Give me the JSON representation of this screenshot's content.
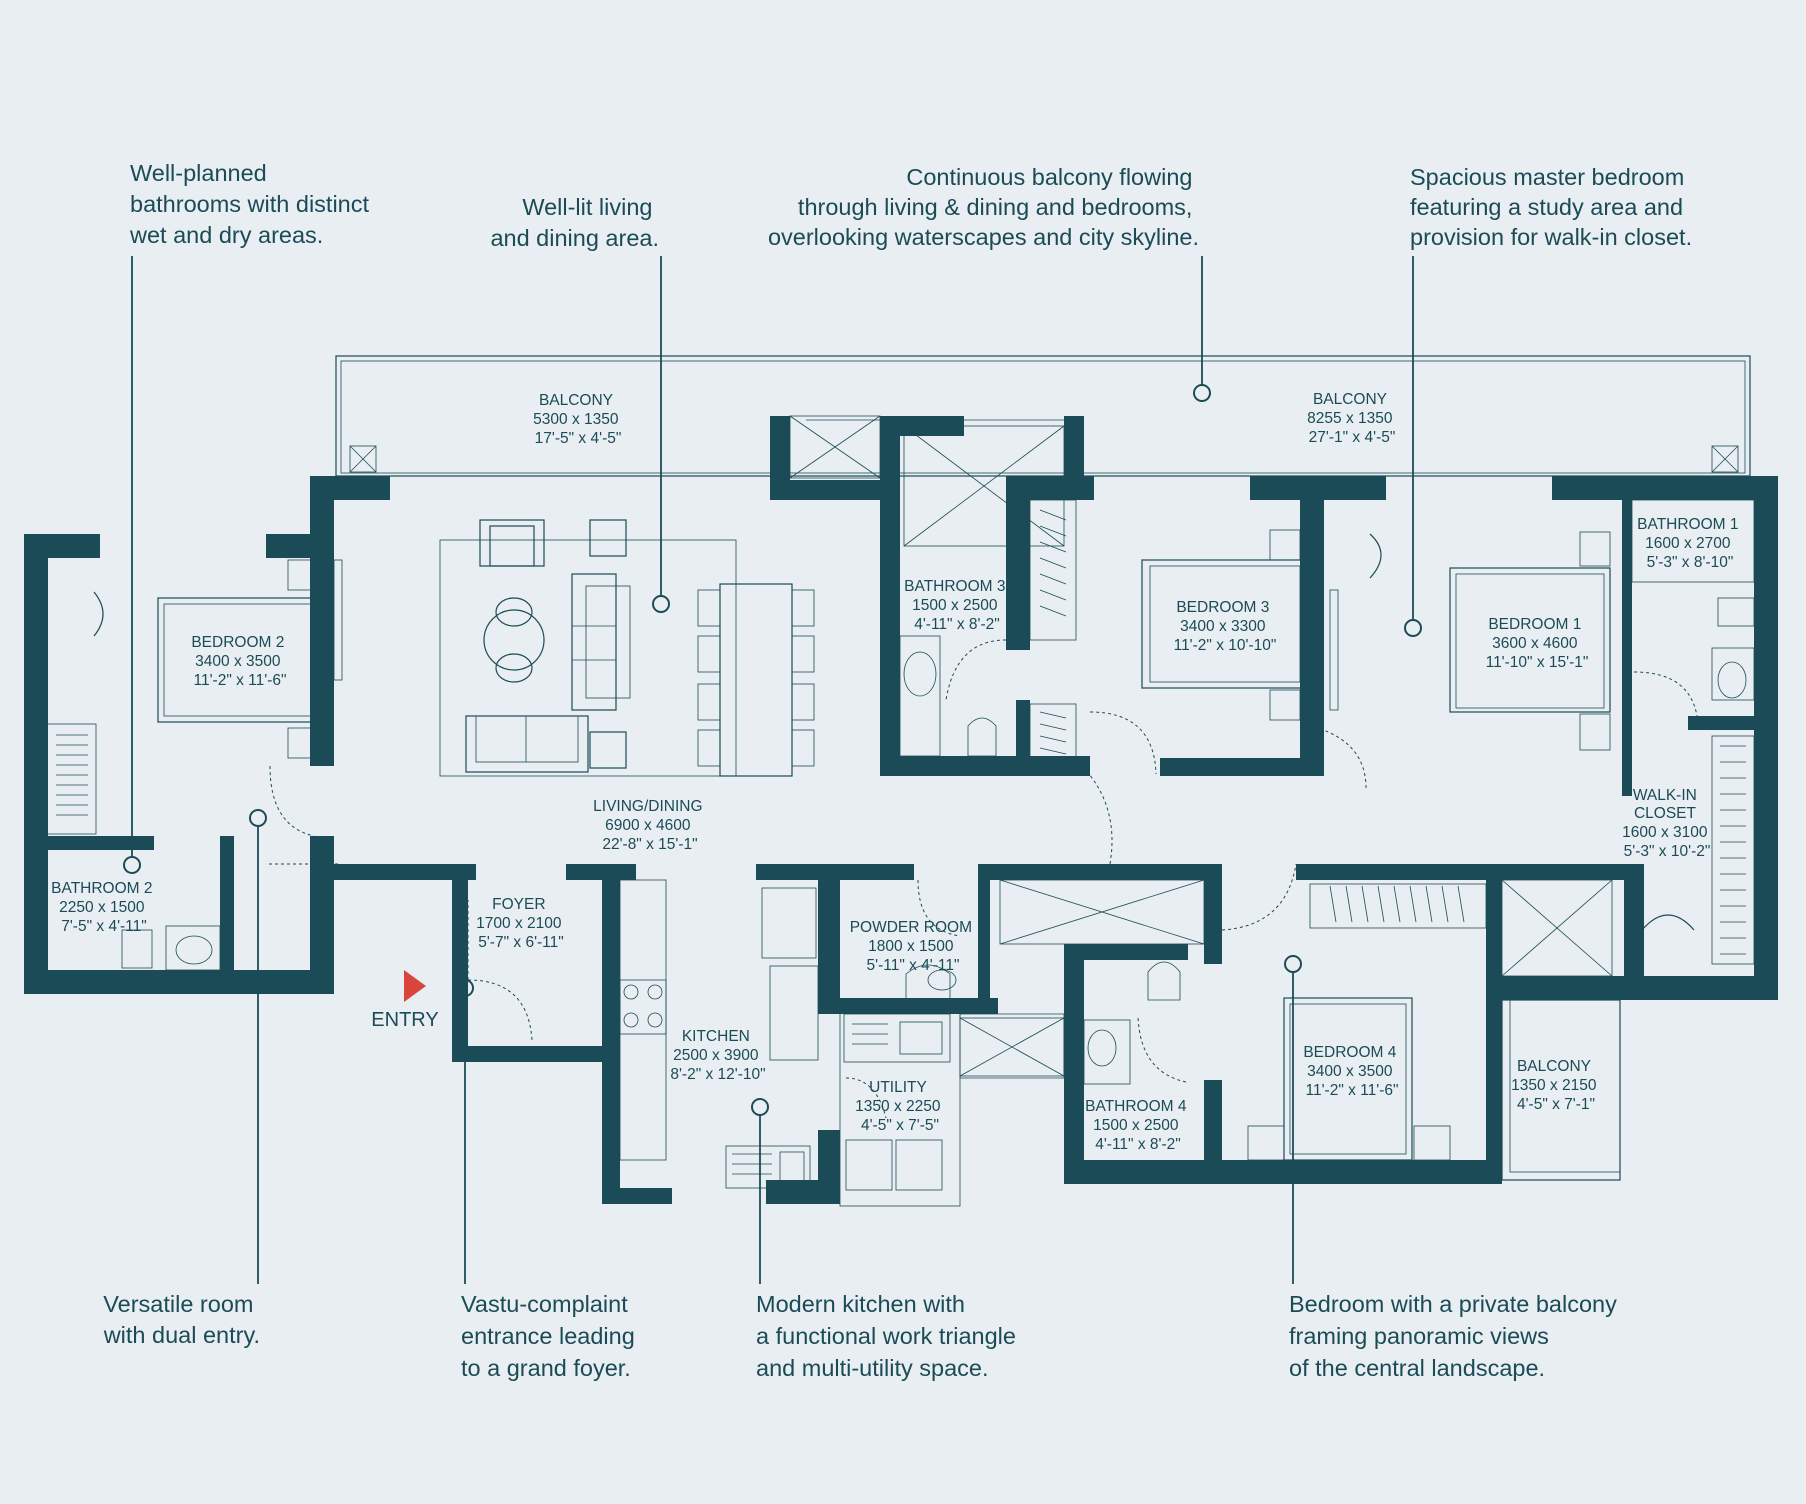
{
  "callouts": {
    "bathrooms": [
      "Well-planned",
      "bathrooms with distinct",
      "wet and dry areas."
    ],
    "living": [
      "Well-lit living",
      "and dining area."
    ],
    "balcony": [
      "Continuous balcony flowing",
      "through living & dining and bedrooms,",
      "overlooking waterscapes and city skyline."
    ],
    "master": [
      "Spacious master bedroom",
      "featuring a study area and",
      "provision for walk-in closet."
    ],
    "versatile": [
      "Versatile room",
      "with dual entry."
    ],
    "entrance": [
      "Vastu-complaint",
      "entrance leading",
      "to a grand foyer."
    ],
    "kitchen": [
      "Modern kitchen with",
      "a functional work triangle",
      "and multi-utility space."
    ],
    "bedroom4": [
      "Bedroom with a private balcony",
      "framing panoramic views",
      "of the central landscape."
    ]
  },
  "entry_label": "ENTRY",
  "rooms": {
    "balcony_left": [
      "BALCONY",
      "5300 x 1350",
      "17'-5\" x 4'-5\""
    ],
    "balcony_right": [
      "BALCONY",
      "8255 x 1350",
      "27'-1\" x 4'-5\""
    ],
    "bedroom2": [
      "BEDROOM 2",
      "3400 x 3500",
      "11'-2\" x 11'-6\""
    ],
    "bathroom2": [
      "BATHROOM 2",
      "2250 x 1500",
      "7'-5\" x 4'-11\""
    ],
    "living": [
      "LIVING/DINING",
      "6900 x 4600",
      "22'-8\" x 15'-1\""
    ],
    "foyer": [
      "FOYER",
      "1700 x 2100",
      "5'-7\" x 6'-11\""
    ],
    "kitchen": [
      "KITCHEN",
      "2500 x 3900",
      "8'-2\" x 12'-10\""
    ],
    "powder": [
      "POWDER ROOM",
      "1800 x 1500",
      "5'-11\" x 4'-11\""
    ],
    "utility": [
      "UTILITY",
      "1350 x 2250",
      "4'-5\" x 7'-5\""
    ],
    "bathroom3": [
      "BATHROOM 3",
      "1500 x 2500",
      "4'-11\" x 8'-2\""
    ],
    "bedroom3": [
      "BEDROOM 3",
      "3400 x 3300",
      "11'-2\" x 10'-10\""
    ],
    "bathroom4": [
      "BATHROOM 4",
      "1500 x 2500",
      "4'-11\" x 8'-2\""
    ],
    "bedroom4": [
      "BEDROOM 4",
      "3400 x 3500",
      "11'-2\" x 11'-6\""
    ],
    "balcony_small": [
      "BALCONY",
      "1350 x 2150",
      "4'-5\" x 7'-1\""
    ],
    "bedroom1": [
      "BEDROOM 1",
      "3600 x 4600",
      "11'-10\" x 15'-1\""
    ],
    "bathroom1": [
      "BATHROOM 1",
      "1600 x 2700",
      "5'-3\" x 8'-10\""
    ],
    "walkin": [
      "WALK-IN",
      "CLOSET",
      "1600 x 3100",
      "5'-3\" x 10'-2\""
    ]
  },
  "colors": {
    "wall": "#1b4b57",
    "background": "#e8eef1",
    "entry_arrow": "#d9453a"
  }
}
